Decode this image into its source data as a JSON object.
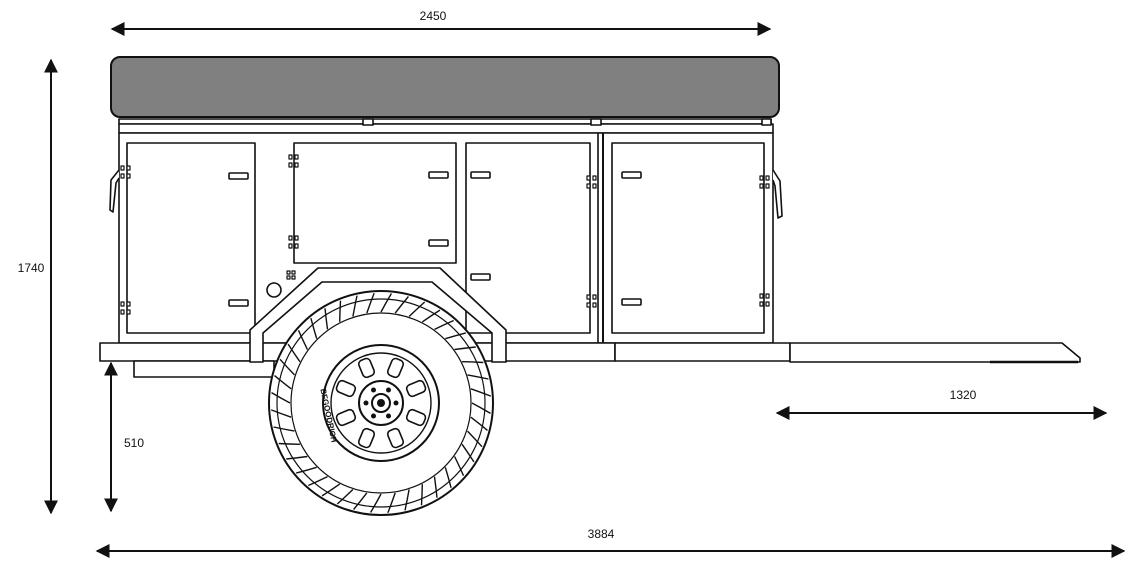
{
  "dimensions": {
    "body_length": "2450",
    "total_height": "1740",
    "ground_clearance": "510",
    "drawbar_length": "1320",
    "overall_length": "3884"
  },
  "colors": {
    "line": "#111111",
    "tent": "#808080",
    "fill": "#ffffff"
  },
  "tyre": {
    "sidewall_text": "BFGOODRICH"
  }
}
